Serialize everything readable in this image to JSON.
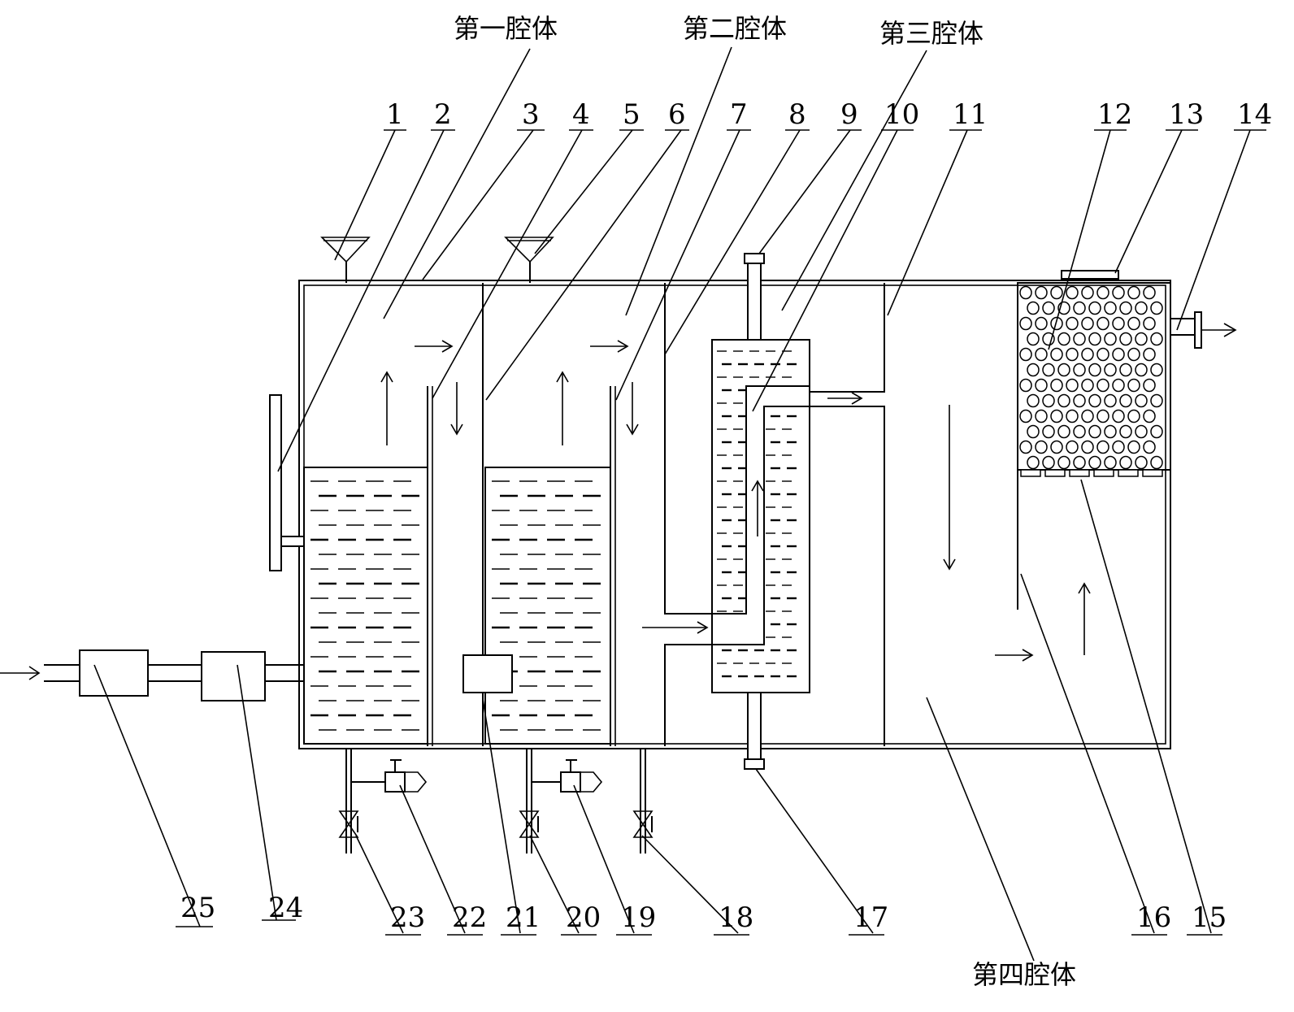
{
  "chambers": {
    "first": "第一腔体",
    "second": "第二腔体",
    "third": "第三腔体",
    "fourth": "第四腔体"
  },
  "component_numbers": {
    "n1": "1",
    "n2": "2",
    "n3": "3",
    "n4": "4",
    "n5": "5",
    "n6": "6",
    "n7": "7",
    "n8": "8",
    "n9": "9",
    "n10": "10",
    "n11": "11",
    "n12": "12",
    "n13": "13",
    "n14": "14",
    "n15": "15",
    "n16": "16",
    "n17": "17",
    "n18": "18",
    "n19": "19",
    "n20": "20",
    "n21": "21",
    "n22": "22",
    "n23": "23",
    "n24": "24",
    "n25": "25"
  }
}
